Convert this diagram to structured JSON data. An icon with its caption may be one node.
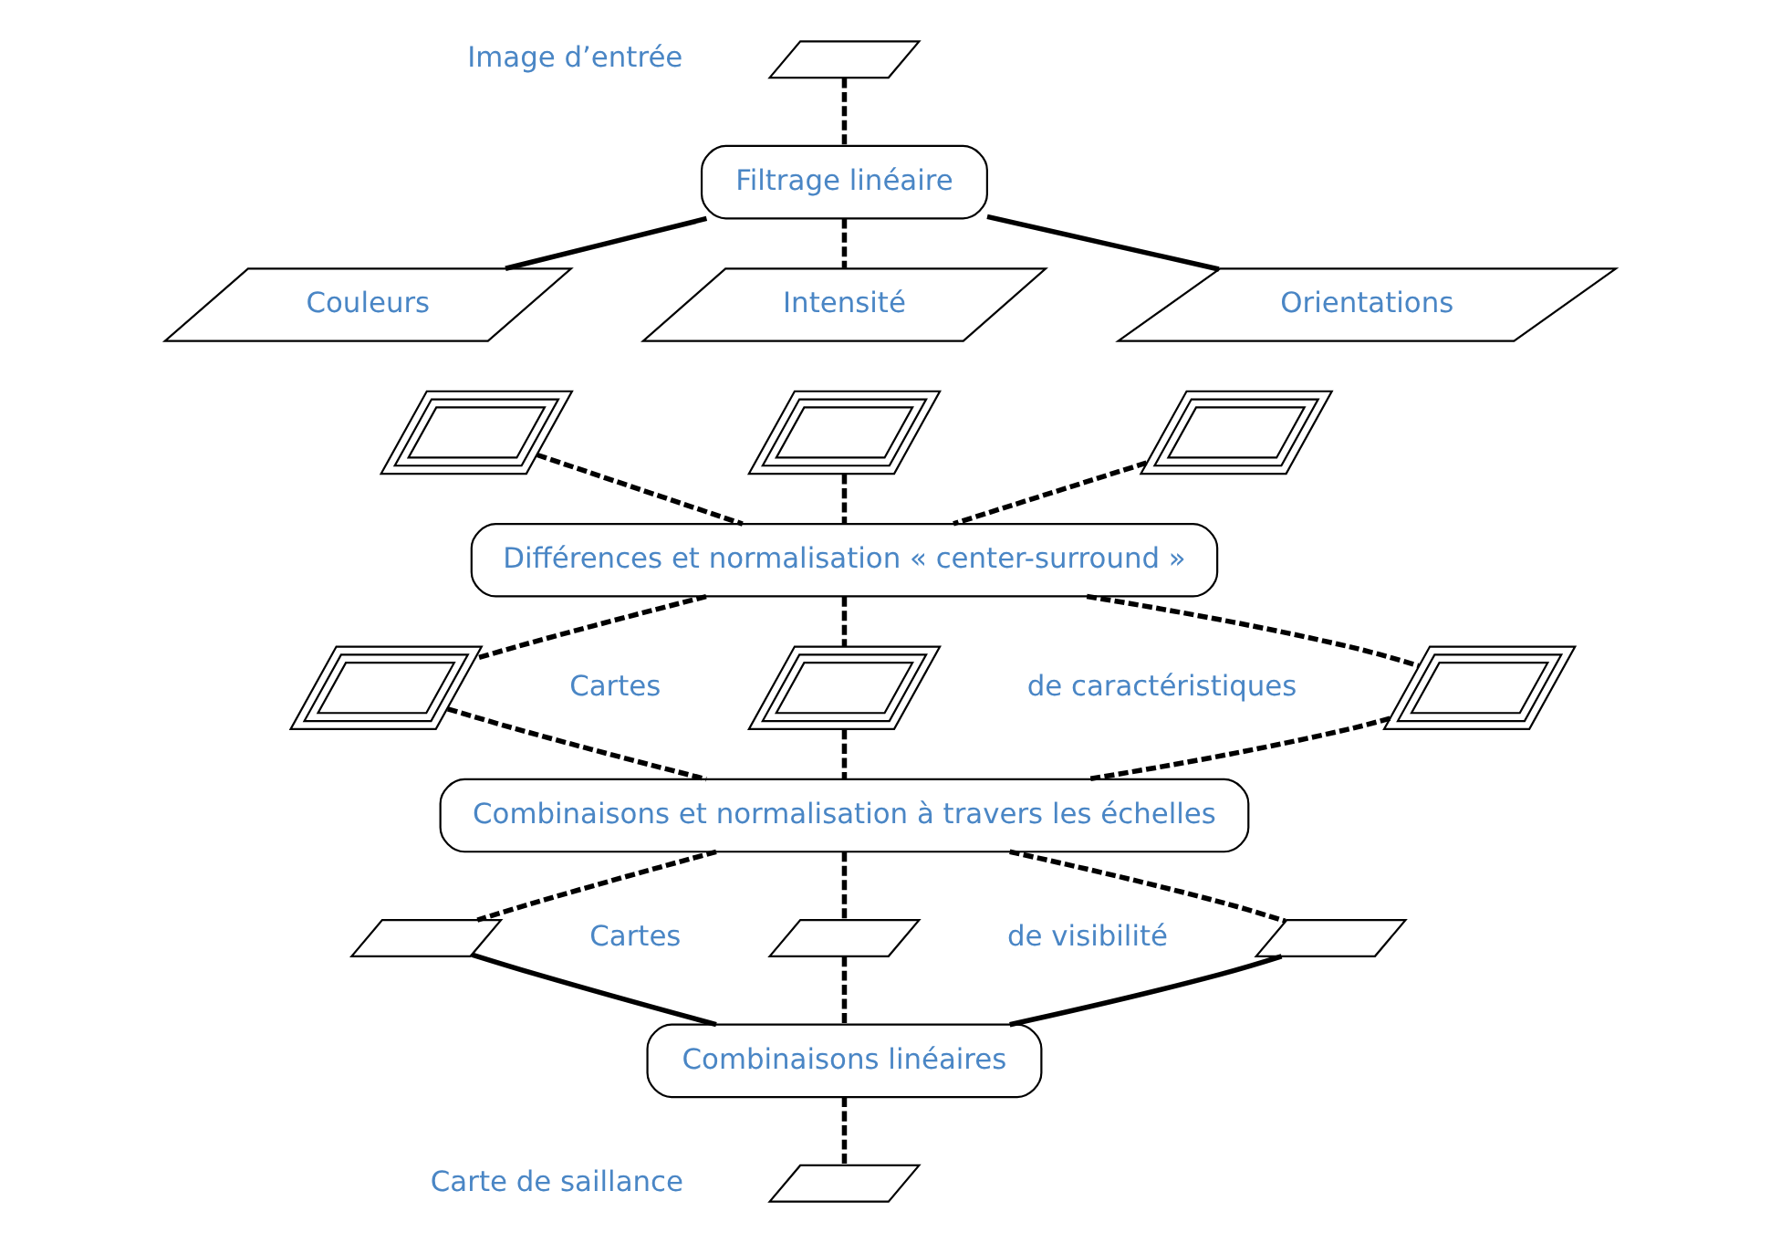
{
  "diagram": {
    "nodes": [
      {
        "text": [],
        "shape": "parallelogram",
        "beside": [
          "Image d’entrée"
        ]
      },
      {
        "text": [
          "Filtrage linéaire"
        ]
      },
      {
        "text": [
          "Couleurs"
        ]
      },
      {
        "text": [
          "Intensité"
        ]
      },
      {
        "text": [
          "Orientations"
        ]
      },
      {
        "text": [],
        "shape": "stack"
      },
      {
        "text": [],
        "shape": "stack"
      },
      {
        "text": [],
        "shape": "stack"
      },
      {
        "text": [
          "Différences et normalisation « center-surround »"
        ]
      },
      {
        "text": [],
        "shape": "stack"
      },
      {
        "text": [],
        "shape": "stack"
      },
      {
        "text": [],
        "shape": "stack"
      },
      {
        "text": [
          "Combinaisons et normalisation à travers les échelles"
        ]
      },
      {
        "text": [],
        "shape": "parallelogram"
      },
      {
        "text": [],
        "shape": "parallelogram"
      },
      {
        "text": [],
        "shape": "parallelogram"
      },
      {
        "text": [
          "Combinaisons linéaires"
        ]
      },
      {
        "text": [],
        "shape": "parallelogram",
        "beside": [
          "Carte de saillance"
        ]
      }
    ],
    "edges": [
      {
        "from": 0,
        "to": 1,
        "arrow": "none",
        "style": "dashed"
      },
      {
        "from": 1,
        "to": 2,
        "arrow": "none"
      },
      {
        "from": 1,
        "to": 3,
        "arrow": "none",
        "style": "dashed"
      },
      {
        "from": 1,
        "to": 4,
        "arrow": "none"
      },
      {
        "from": 5,
        "to": 8,
        "arrow": "none",
        "style": "dashed"
      },
      {
        "from": 6,
        "to": 8,
        "arrow": "none",
        "style": "dashed"
      },
      {
        "from": 7,
        "to": 8,
        "arrow": "none",
        "style": "dashed"
      },
      {
        "from": 8,
        "to": 9,
        "arrow": "none",
        "style": "dashed"
      },
      {
        "from": 8,
        "to": 10,
        "arrow": "none",
        "style": "dashed"
      },
      {
        "from": 8,
        "to": 11,
        "arrow": "none",
        "style": "dashed"
      },
      {
        "from": 9,
        "to": 12,
        "arrow": "none",
        "style": "dashed"
      },
      {
        "from": 10,
        "to": 12,
        "arrow": "none",
        "style": "dashed"
      },
      {
        "from": 11,
        "to": 12,
        "arrow": "none",
        "style": "dashed"
      },
      {
        "from": 12,
        "to": 13,
        "arrow": "none",
        "style": "dashed"
      },
      {
        "from": 12,
        "to": 14,
        "arrow": "none",
        "style": "dashed"
      },
      {
        "from": 12,
        "to": 15,
        "arrow": "none",
        "style": "dashed"
      },
      {
        "from": 13,
        "to": 16,
        "arrow": "none"
      },
      {
        "from": 14,
        "to": 16,
        "arrow": "none",
        "style": "dashed"
      },
      {
        "from": 15,
        "to": 16,
        "arrow": "none"
      },
      {
        "from": 16,
        "to": 17,
        "arrow": "none",
        "style": "dashed"
      }
    ],
    "labels": [
      "Cartes",
      "de caractéristiques",
      "Cartes",
      "de visibilité"
    ]
  }
}
